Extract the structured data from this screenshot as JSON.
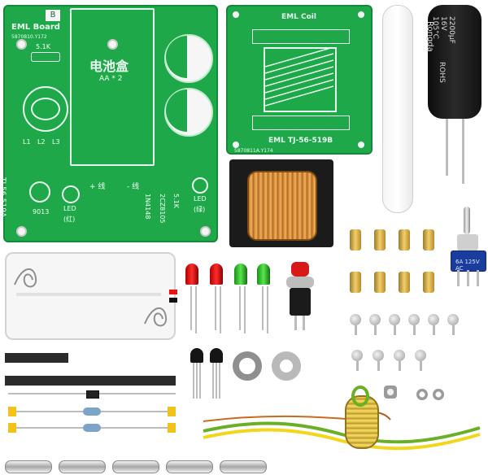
{
  "pcb_left": {
    "corner_letter": "B",
    "title": "EML Board",
    "resistor_label": "5.1K",
    "center_title": "电池盒",
    "center_sub": "AA * 2",
    "code_small": "5870810.Y172",
    "side_code": "TJ-56-519A",
    "labels": {
      "l1": "L1",
      "l2": "L2",
      "l3": "L3",
      "tr": "9013",
      "led": "LED",
      "led_sub": "(红)",
      "pos": "+",
      "neg": "-",
      "diode": "1N4148",
      "zener": "2CZ8105",
      "res2": "5.1K",
      "led2": "LED",
      "led2_sub": "(绿)",
      "batt_pos": "+ 线",
      "batt_neg": "- 线"
    }
  },
  "pcb_right": {
    "title": "EML Coil",
    "footer": "EML TJ-56-519B",
    "code_small": "5870811A.Y174"
  },
  "capacitor": {
    "brand": "Rongda",
    "spec": "2200μF 16V 105°C",
    "series": "ROHS"
  },
  "switch": {
    "spec": "6A 125V AC"
  }
}
